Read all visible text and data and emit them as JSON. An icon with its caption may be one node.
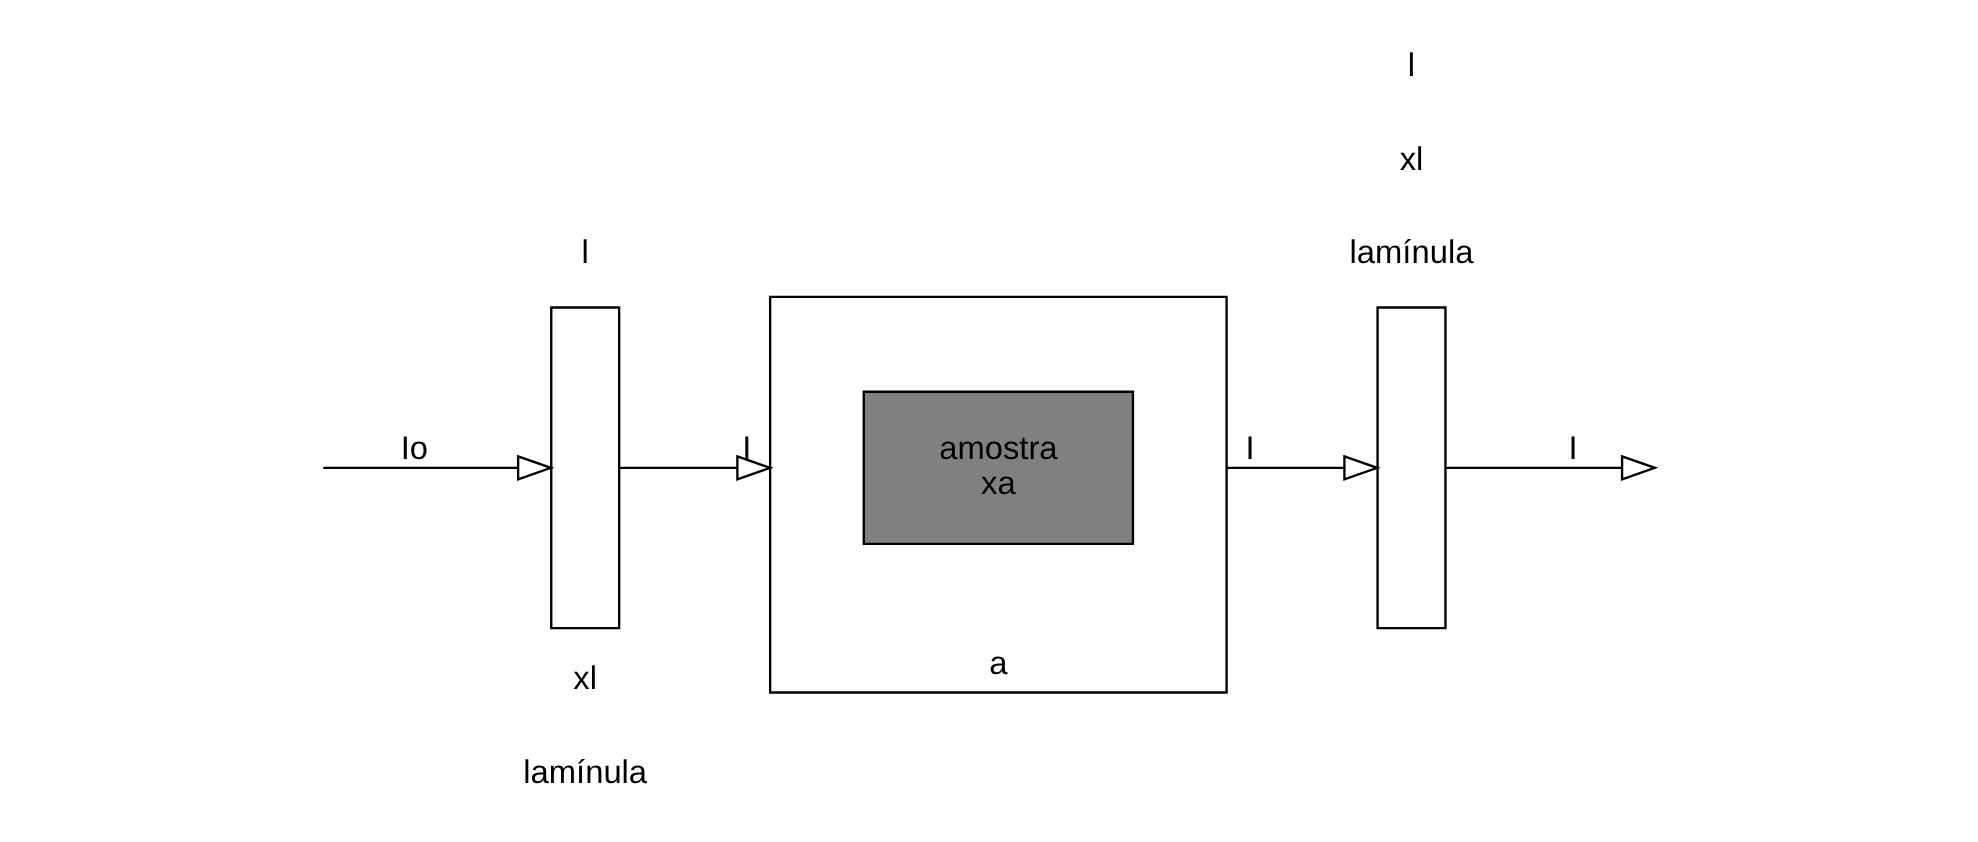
{
  "diagram": {
    "nodes": [
      {
        "text": [],
        "shape": "box",
        "beside": [
          "lamínula",
          "xl",
          "l"
        ]
      },
      {
        "text": [],
        "shape": "box",
        "beside": [
          "a"
        ]
      },
      {
        "text": [
          "amostra",
          "xa"
        ],
        "in": 1
      },
      {
        "text": [],
        "shape": "box",
        "beside": [
          "lamínula",
          "xl",
          "l"
        ]
      }
    ],
    "edges": [
      {
        "from": null,
        "to": 0,
        "arrow": "to",
        "label": "Io"
      },
      {
        "from": 0,
        "to": 1,
        "arrow": "to",
        "label": "I"
      },
      {
        "from": 1,
        "to": 3,
        "arrow": "to",
        "label": "I"
      },
      {
        "from": 3,
        "to": null,
        "arrow": "to",
        "label": "I"
      }
    ]
  }
}
